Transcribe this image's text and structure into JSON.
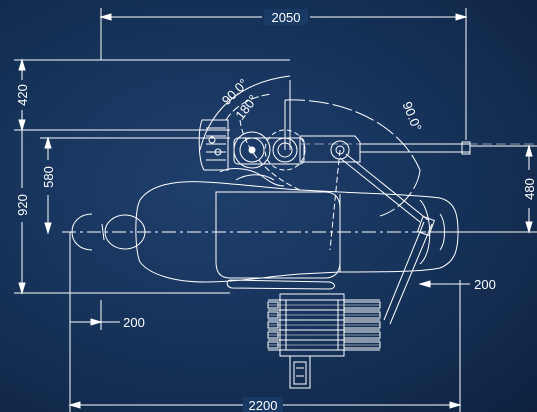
{
  "colors": {
    "background": "#17345c",
    "lines": "#ffffff"
  },
  "dimensions": {
    "top_width": "2050",
    "bottom_width": "2200",
    "left_upper": "420",
    "left_full": "920",
    "left_inner": "580",
    "right_height": "480",
    "right_offset": "200",
    "left_offset": "200"
  },
  "angles": {
    "arc_outer": "90.0°",
    "arc_inner": "180°",
    "arc_right": "90.0°"
  }
}
